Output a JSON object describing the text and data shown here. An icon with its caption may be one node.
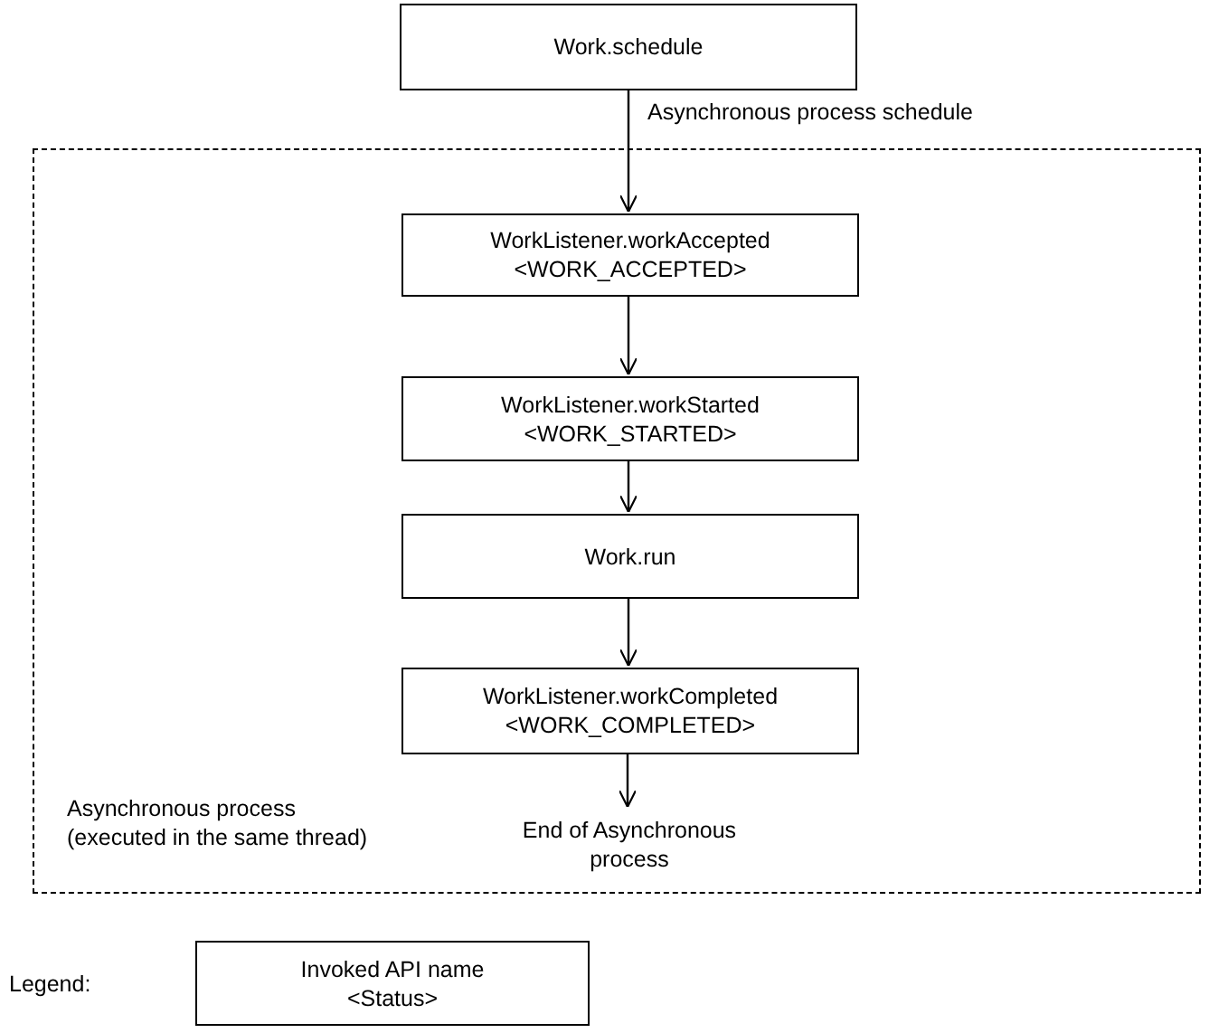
{
  "diagram": {
    "nodes": [
      {
        "text": [
          "Asynchronous process (executed in the same thread)"
        ]
      },
      {
        "text": [
          "Work.schedule"
        ]
      },
      {
        "text": [
          "WorkListener.workAccepted",
          "<WORK_ACCEPTED>"
        ],
        "in": 0
      },
      {
        "text": [
          "WorkListener.workStarted",
          "<WORK_STARTED>"
        ],
        "in": 0
      },
      {
        "text": [
          "Work.run"
        ],
        "in": 0
      },
      {
        "text": [
          "WorkListener.workCompleted",
          "<WORK_COMPLETED>"
        ],
        "in": 0
      },
      {
        "text": [
          "End of Asynchronous process"
        ],
        "in": 0
      },
      {
        "text": [
          "Invoked API name",
          "<Status>"
        ]
      }
    ],
    "labels": [
      "Legend:"
    ],
    "edges": [
      {
        "from": 1,
        "to": 2,
        "arrow": "to",
        "label": "Asynchronous process schedule"
      },
      {
        "from": 2,
        "to": 3,
        "arrow": "to"
      },
      {
        "from": 3,
        "to": 4,
        "arrow": "to"
      },
      {
        "from": 4,
        "to": 5,
        "arrow": "to"
      },
      {
        "from": 5,
        "to": 6,
        "arrow": "to"
      }
    ]
  }
}
